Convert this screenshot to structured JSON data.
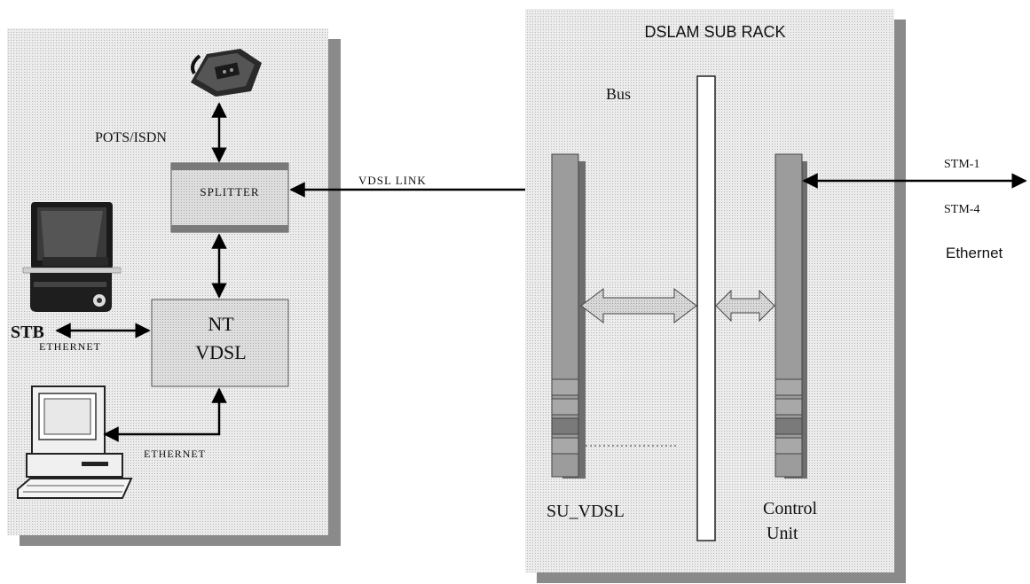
{
  "left_panel": {
    "label_pots_isdn": "POTS/ISDN",
    "splitter_label": "SPLITTER",
    "nt_label_line1": "NT",
    "nt_label_line2": "VDSL",
    "stb_label": "STB",
    "ethernet_label_stb": "ETHERNET",
    "ethernet_label_pc": "ETHERNET",
    "icons": [
      "telephone-icon",
      "tv-monitor-icon",
      "set-top-box-icon",
      "desktop-computer-icon"
    ]
  },
  "link": {
    "vdsl_link_label": "VDSL LINK"
  },
  "right_panel": {
    "title": "DSLAM SUB RACK",
    "bus_label": "Bus",
    "su_vdsl_label": "SU_VDSL",
    "control_unit_line1": "Control",
    "control_unit_line2": "Unit"
  },
  "uplinks": {
    "labels": [
      "STM-1",
      "STM-4",
      "Ethernet"
    ]
  },
  "colors": {
    "panel_fill": "#e4e4e4",
    "panel_shadow": "#8a8a8a",
    "box_fill": "#d9d9d9",
    "card_fill": "#9c9c9c",
    "card_light": "#c8c8c8",
    "bus_fill": "#ffffff",
    "arrow_dark": "#000000"
  }
}
